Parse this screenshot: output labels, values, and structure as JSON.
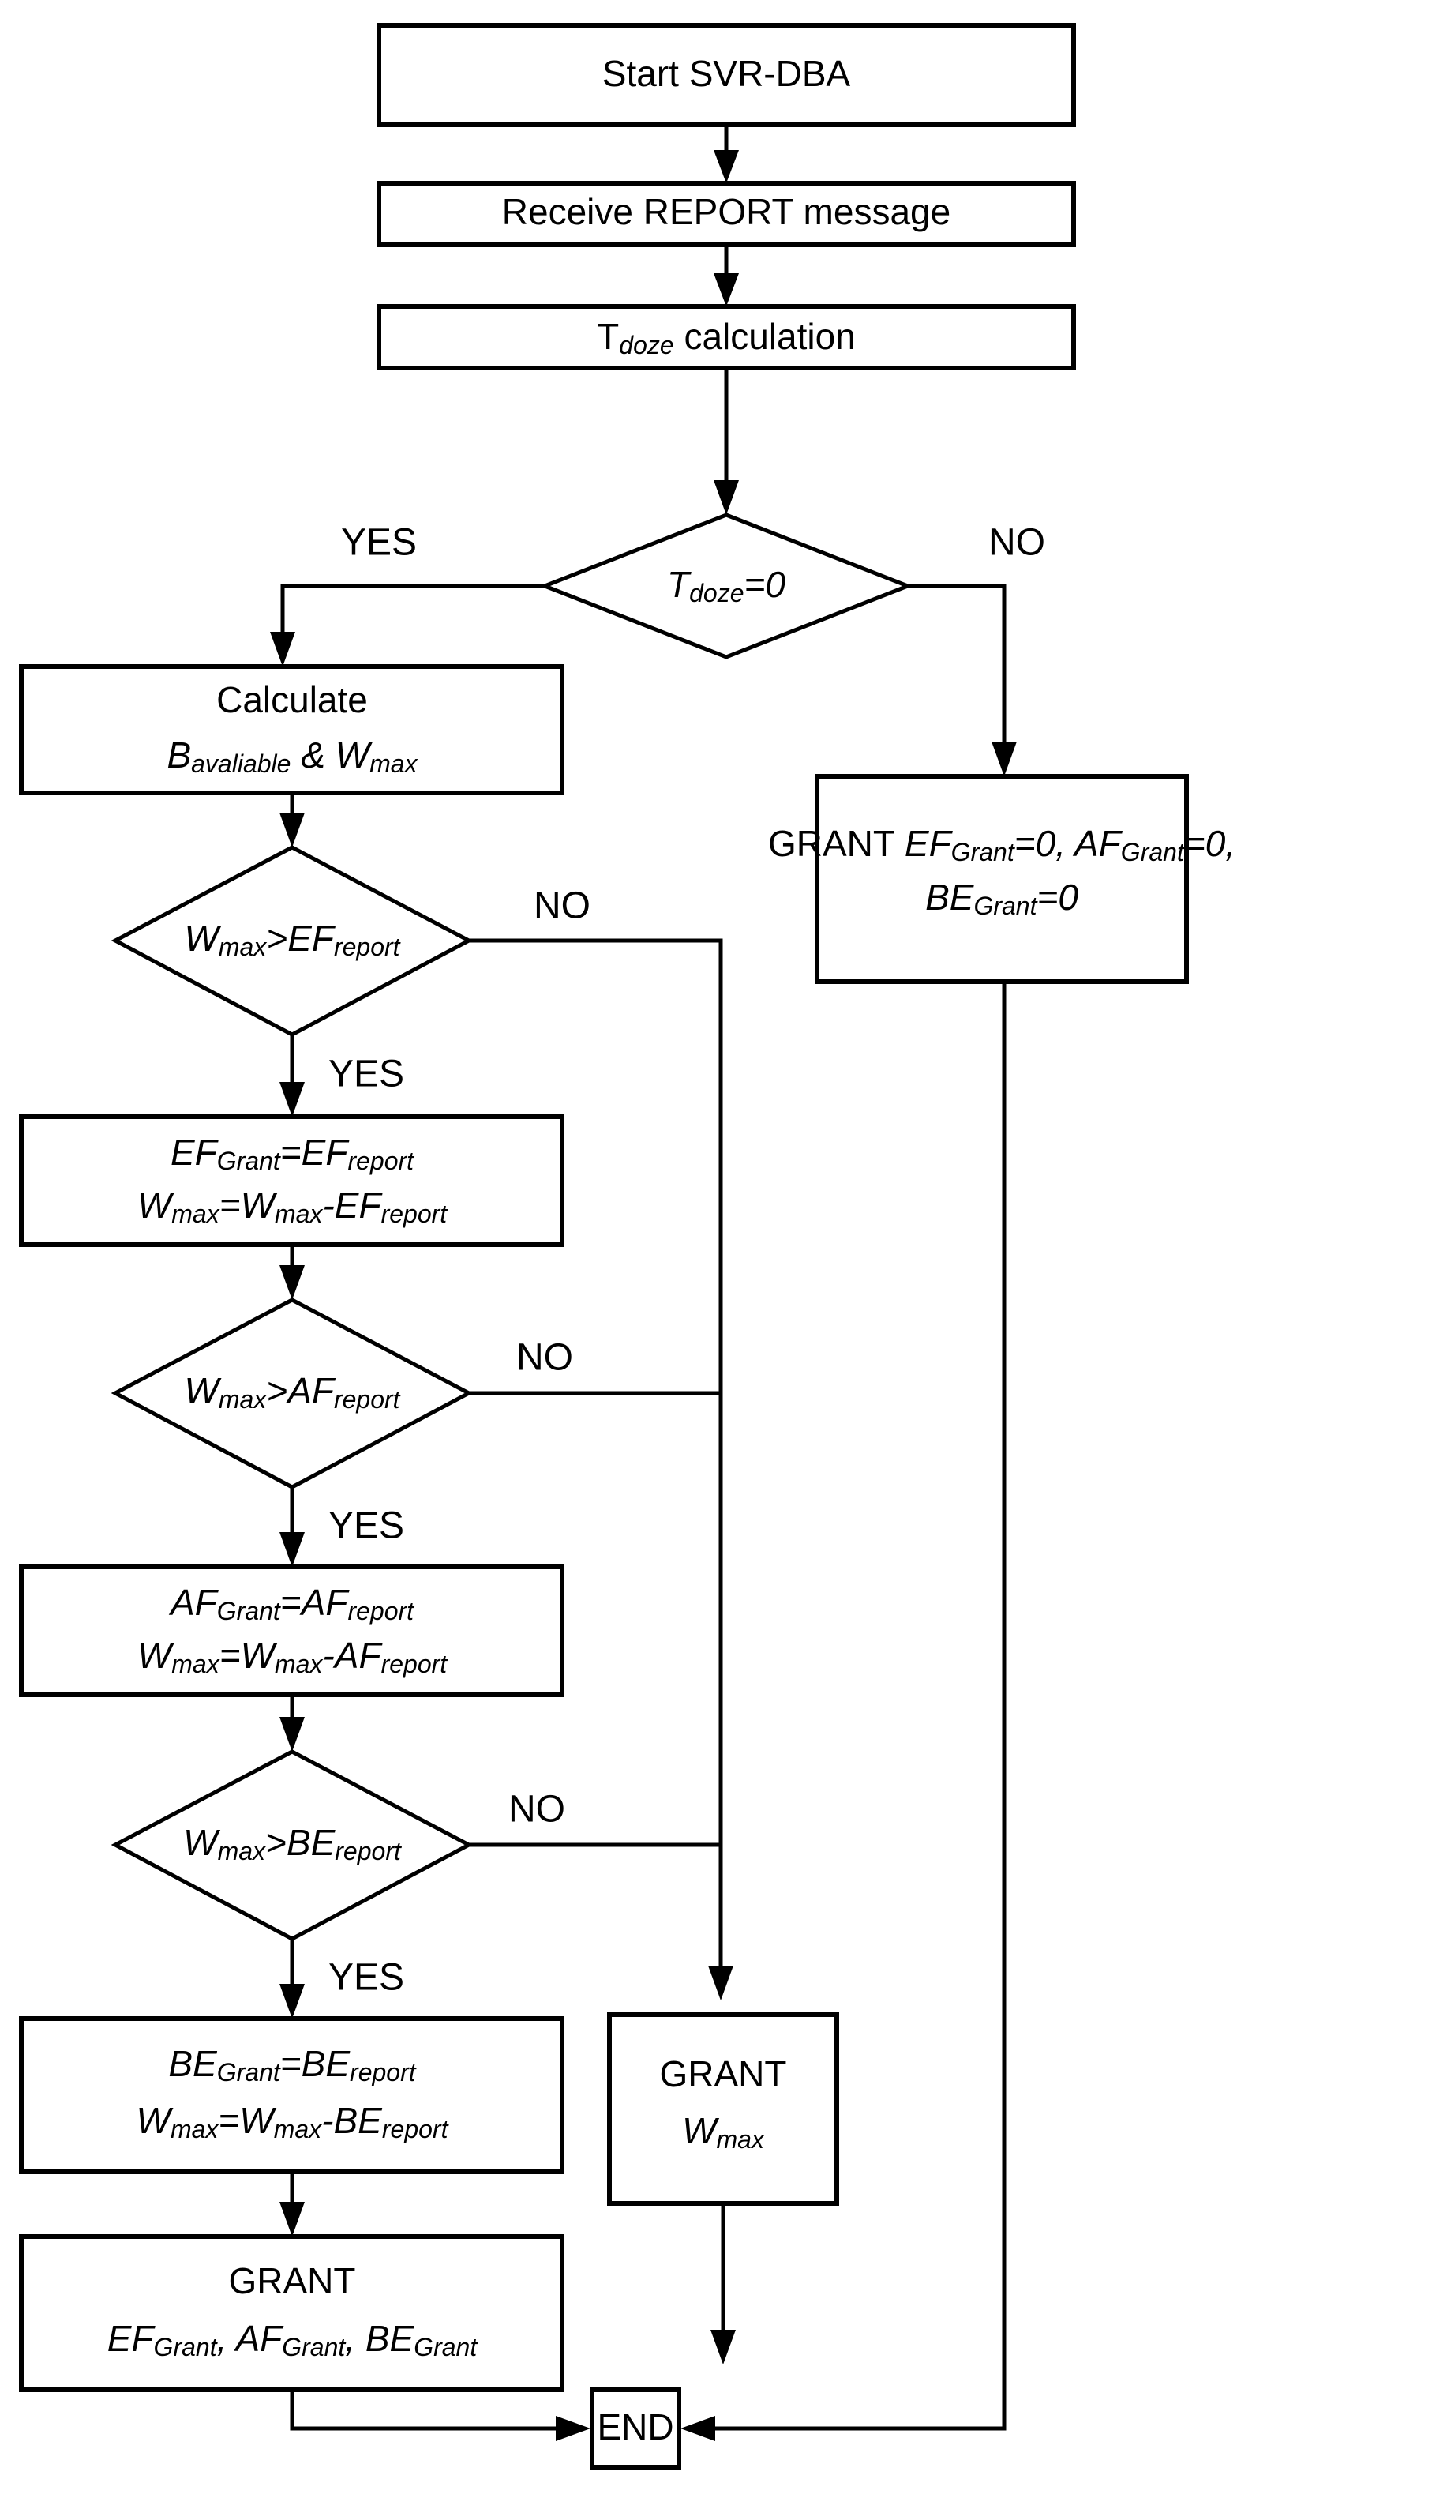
{
  "diagram": {
    "title": "SVR-DBA flowchart",
    "background_color": "#ffffff",
    "line_color": "#000000"
  },
  "nodes": {
    "start": {
      "type": "process",
      "label": "Start SVR-DBA"
    },
    "receive_report": {
      "type": "process",
      "label": "Receive REPORT message"
    },
    "tdoze_calc": {
      "type": "process",
      "label_base": "T",
      "label_sub": "doze",
      "label_tail": " calculation"
    },
    "decision_tdoze": {
      "type": "decision",
      "label_base": "T",
      "label_sub": "doze",
      "label_tail": "=0"
    },
    "calculate": {
      "type": "process",
      "line1": "Calculate",
      "line2_base": "B",
      "line2_sub": "avaliable",
      "line2_mid": " & ",
      "line2_base2": "W",
      "line2_sub2": "max"
    },
    "grant_zero": {
      "type": "process",
      "line1_prefix": "GRANT ",
      "line1_a_base": "EF",
      "line1_a_sub": "Grant",
      "line1_a_tail": "=0, ",
      "line1_b_base": "AF",
      "line1_b_sub": "Grant",
      "line1_b_tail": "=0,",
      "line2_base": "BE",
      "line2_sub": "Grant",
      "line2_tail": "=0"
    },
    "decision_ef": {
      "type": "decision",
      "a_base": "W",
      "a_sub": "max",
      "op": ">",
      "b_base": "EF",
      "b_sub": "report"
    },
    "assign_ef": {
      "type": "process",
      "l1_a_base": "EF",
      "l1_a_sub": "Grant",
      "l1_eq": "=",
      "l1_b_base": "EF",
      "l1_b_sub": "report",
      "l2_a_base": "W",
      "l2_a_sub": "max",
      "l2_eq": "=",
      "l2_b_base": "W",
      "l2_b_sub": "max",
      "l2_minus": "-",
      "l2_c_base": "EF",
      "l2_c_sub": "report"
    },
    "decision_af": {
      "type": "decision",
      "a_base": "W",
      "a_sub": "max",
      "op": ">",
      "b_base": "AF",
      "b_sub": "report"
    },
    "assign_af": {
      "type": "process",
      "l1_a_base": "AF",
      "l1_a_sub": "Grant",
      "l1_eq": "=",
      "l1_b_base": "AF",
      "l1_b_sub": "report",
      "l2_a_base": "W",
      "l2_a_sub": "max",
      "l2_eq": "=",
      "l2_b_base": "W",
      "l2_b_sub": "max",
      "l2_minus": "-",
      "l2_c_base": "AF",
      "l2_c_sub": "report"
    },
    "decision_be": {
      "type": "decision",
      "a_base": "W",
      "a_sub": "max",
      "op": ">",
      "b_base": "BE",
      "b_sub": "report"
    },
    "assign_be": {
      "type": "process",
      "l1_a_base": "BE",
      "l1_a_sub": "Grant",
      "l1_eq": "=",
      "l1_b_base": "BE",
      "l1_b_sub": "report",
      "l2_a_base": "W",
      "l2_a_sub": "max",
      "l2_eq": "=",
      "l2_b_base": "W",
      "l2_b_sub": "max",
      "l2_minus": "-",
      "l2_c_base": "BE",
      "l2_c_sub": "report"
    },
    "grant_all": {
      "type": "process",
      "line1": "GRANT",
      "a_base": "EF",
      "a_sub": "Grant",
      "sep1": ", ",
      "b_base": "AF",
      "b_sub": "Grant",
      "sep2": ", ",
      "c_base": "BE",
      "c_sub": "Grant"
    },
    "grant_wmax": {
      "type": "process",
      "line1": "GRANT",
      "line2_base": "W",
      "line2_sub": "max"
    },
    "end": {
      "type": "terminator",
      "label": "END"
    }
  },
  "edge_labels": {
    "tdoze_yes": "YES",
    "tdoze_no": "NO",
    "ef_no": "NO",
    "ef_yes": "YES",
    "af_no": "NO",
    "af_yes": "YES",
    "be_no": "NO",
    "be_yes": "YES"
  }
}
